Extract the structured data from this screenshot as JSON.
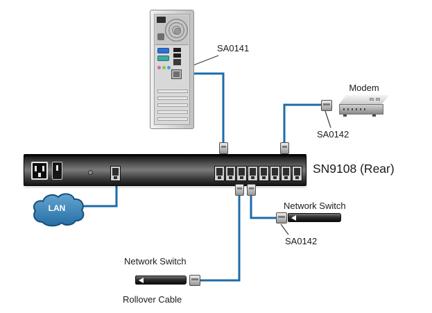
{
  "labels": {
    "sa0141": "SA0141",
    "modem": "Modem",
    "sa0142_modem": "SA0142",
    "device_name": "SN9108 (Rear)",
    "lan": "LAN",
    "network_switch_right": "Network Switch",
    "sa0142_switch": "SA0142",
    "network_switch_bottom": "Network Switch",
    "rollover_cable": "Rollover Cable"
  },
  "colors": {
    "cable_blue": "#1C6BA8",
    "cloud_fill": "#256EA5",
    "cloud_highlight": "#64A5D0",
    "cloud_stroke": "#17507C",
    "pointer_line": "#3A3A3A"
  }
}
